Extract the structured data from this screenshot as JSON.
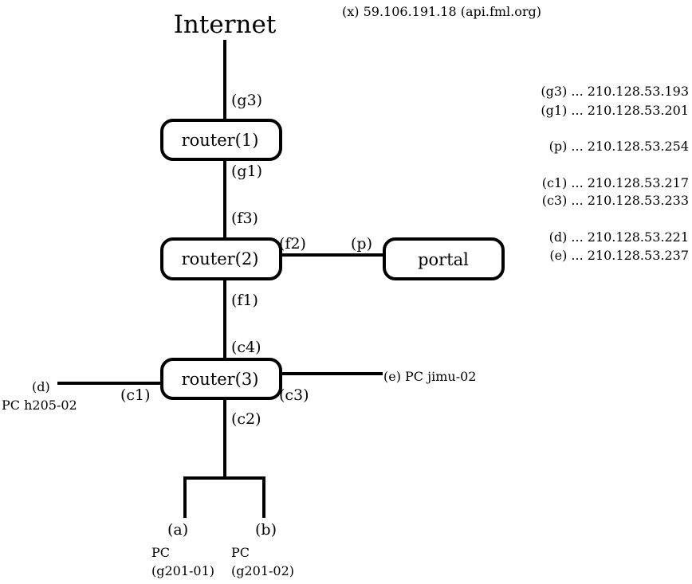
{
  "title": "Internet",
  "external_host": "(x) 59.106.191.18  (api.fml.org)",
  "nodes": {
    "router1": "router(1)",
    "router2": "router(2)",
    "router3": "router(3)",
    "portal": "portal"
  },
  "ports": {
    "g3": "(g3)",
    "g1": "(g1)",
    "f3": "(f3)",
    "f2": "(f2)",
    "p": "(p)",
    "f1": "(f1)",
    "c4": "(c4)",
    "c1": "(c1)",
    "c3": "(c3)",
    "c2": "(c2)"
  },
  "hosts": {
    "d_tag": "(d)",
    "d_name": "PC h205-02",
    "e": "(e) PC jimu-02",
    "a_tag": "(a)",
    "a_pc": "PC",
    "a_name": "(g201-01)",
    "b_tag": "(b)",
    "b_pc": "PC",
    "b_name": "(g201-02)"
  },
  "address_list": [
    "(g3) ... 210.128.53.193",
    "(g1) ... 210.128.53.201",
    "(p)   ... 210.128.53.254",
    "(c1) ... 210.128.53.217",
    "(c3) ... 210.128.53.233",
    "(d)   ... 210.128.53.221",
    "(e)   ... 210.128.53.237"
  ]
}
